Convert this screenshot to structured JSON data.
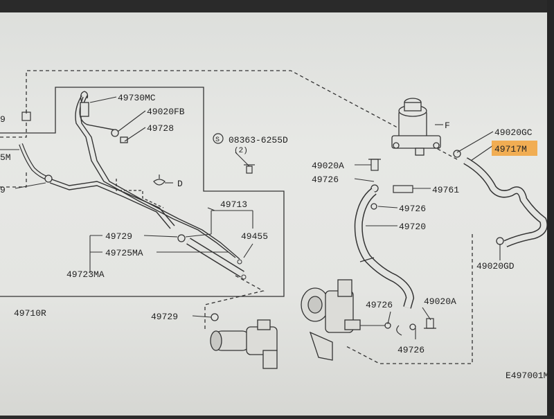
{
  "labels": {
    "p49730MC": "49730MC",
    "p49020FB": "49020FB",
    "p49728": "49728",
    "p08363": "08363-6255D",
    "bolt_symbol": "S",
    "bolt_qty": "(2)",
    "p49020A_top": "49020A",
    "p49726_top": "49726",
    "label_D": "D",
    "p49713": "49713",
    "p49455": "49455",
    "p49729_upper": "49729",
    "p49725MA": "49725MA",
    "p49723MA": "49723MA",
    "p49710R": "49710R",
    "p49729_lower": "49729",
    "label_F": "F",
    "p49020GC": "49020GC",
    "p49717M": "49717M",
    "p49761": "49761",
    "p49726_mid": "49726",
    "p49720": "49720",
    "p49020GD": "49020GD",
    "p49726_low": "49726",
    "p49020A_low": "49020A",
    "p49726_bottom": "49726",
    "diagram_code": "E497001M",
    "edge_5M": "5M",
    "edge_9": "9",
    "edge_9b": "9"
  },
  "highlight_color": "#f2a23a"
}
